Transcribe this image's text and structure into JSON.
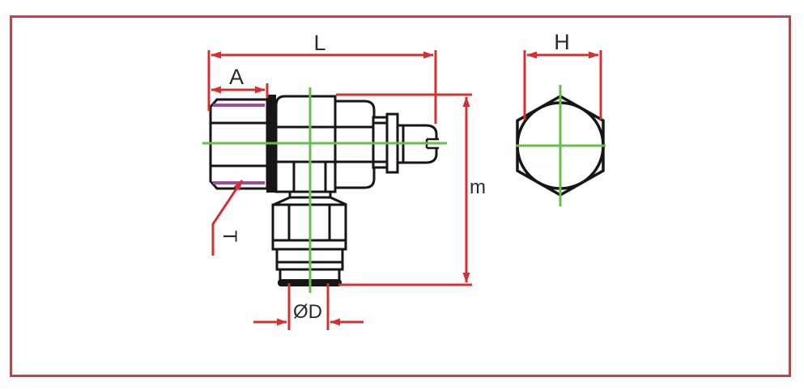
{
  "drawing": {
    "title": "pneumatic-elbow-speed-controller-fitting-dimension-drawing",
    "views": {
      "front_view": "fitting with male thread, body, adjustment screw and push-in tube port",
      "end_view": "hexagon with inscribed circle"
    }
  },
  "labels": {
    "overall_length": "L",
    "thread_length": "A",
    "hex_across_flats": "H",
    "overall_height": "m",
    "thread_size": "T",
    "tube_diameter": "ØD"
  },
  "colors": {
    "border_red": "#b9484c",
    "dim_red": "#d53031",
    "line_green": "#67bd4a",
    "thread_purple": "#9c4d9d",
    "outline_black": "#161616",
    "label_dark": "#2b2b2b"
  }
}
